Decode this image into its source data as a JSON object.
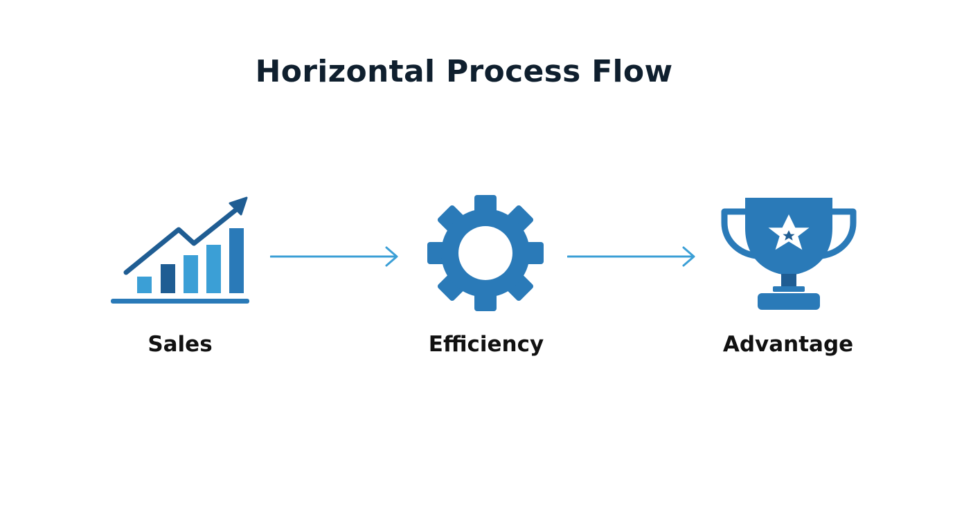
{
  "title": "Horizontal Process Flow",
  "colors": {
    "primary": "#2a7ab8",
    "dark": "#1f5d93",
    "light": "#3b9fd6",
    "title": "#0f1f2e",
    "label": "#111111"
  },
  "steps": [
    {
      "label": "Sales",
      "icon": "growth-chart-icon"
    },
    {
      "label": "Efficiency",
      "icon": "gear-icon"
    },
    {
      "label": "Advantage",
      "icon": "trophy-icon"
    }
  ],
  "connectors": [
    {
      "from": "Sales",
      "to": "Efficiency"
    },
    {
      "from": "Efficiency",
      "to": "Advantage"
    }
  ]
}
